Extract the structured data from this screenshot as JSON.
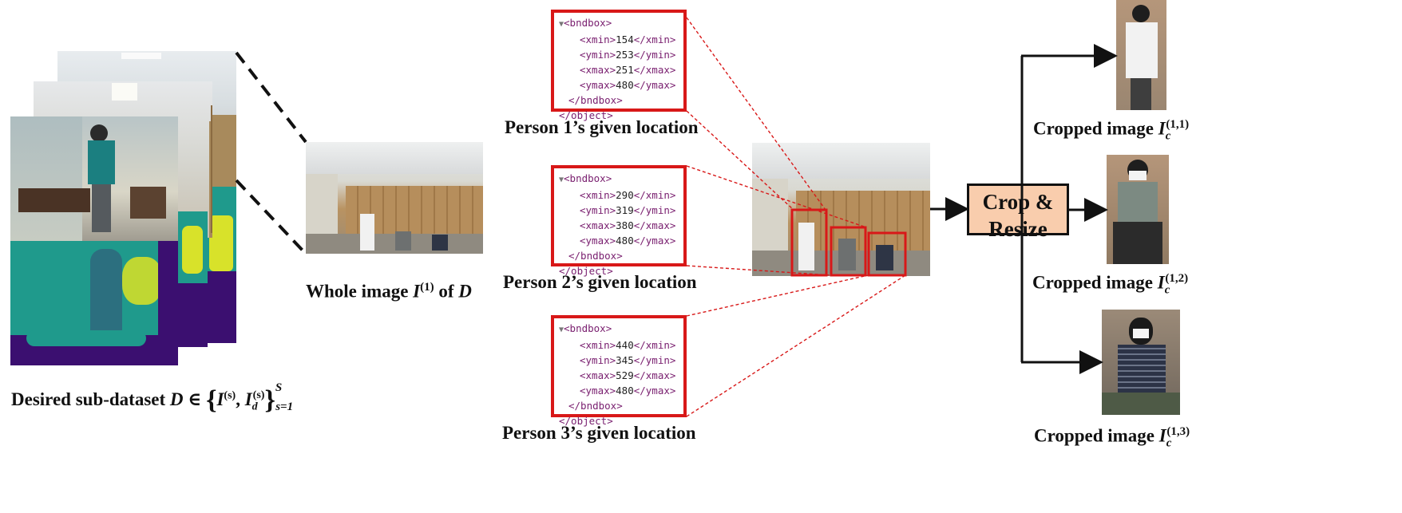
{
  "captions": {
    "dataset_prefix": "Desired sub-dataset ",
    "dataset_math": "D ∈ {I(s), Id(s)}",
    "dataset_sup": "S",
    "dataset_sub": "s=1",
    "whole_prefix": "Whole image ",
    "whole_math": "I",
    "whole_sup": "(1)",
    "whole_suffix": " of ",
    "whole_d": "D",
    "crop_label": "Crop &",
    "crop_label2": "Resize",
    "cropped_prefix": "Cropped image ",
    "cropped_var": "I",
    "cropped_sub": "c",
    "cropped_sups": [
      "(1,1)",
      "(1,2)",
      "(1,3)"
    ]
  },
  "persons": [
    {
      "label": "Person 1’s given location",
      "xmin": "154",
      "ymin": "253",
      "xmax": "251",
      "ymax": "480"
    },
    {
      "label": "Person 2’s given location",
      "xmin": "290",
      "ymin": "319",
      "xmax": "380",
      "ymax": "480"
    },
    {
      "label": "Person 3’s given location",
      "xmin": "440",
      "ymin": "345",
      "xmax": "529",
      "ymax": "480"
    }
  ],
  "xml_tags": {
    "bndbox_open": "<bndbox>",
    "bndbox_close": "</bndbox>",
    "object_close": "</object>",
    "xmin_open": "<xmin>",
    "xmin_close": "</xmin>",
    "ymin_open": "<ymin>",
    "ymin_close": "</ymin>",
    "xmax_open": "<xmax>",
    "xmax_close": "</xmax>",
    "ymax_open": "<ymax>",
    "ymax_close": "</ymax>"
  },
  "colors": {
    "bbox_red": "#d81818",
    "crop_fill": "#f9cdad",
    "depth_bg": "#1f9a8c",
    "depth_yellow": "#d8e22a",
    "depth_purple": "#3b0f70"
  }
}
